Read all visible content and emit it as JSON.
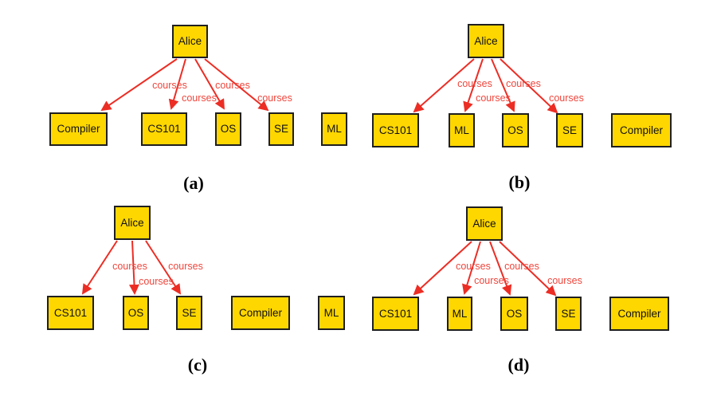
{
  "figure": {
    "colors": {
      "node_fill": "#FFD700",
      "node_border": "#1F1F1F",
      "node_text": "#111111",
      "edge": "#EC2D24",
      "edge_label": "#EF463C",
      "caption": "#000000"
    },
    "diagrams": [
      {
        "caption": "(a)",
        "root": {
          "label": "Alice"
        },
        "nodes": [
          {
            "label": "Compiler"
          },
          {
            "label": "CS101"
          },
          {
            "label": "OS"
          },
          {
            "label": "SE"
          },
          {
            "label": "ML"
          }
        ],
        "edges": [
          {
            "from": "Alice",
            "to": "Compiler",
            "label": "courses"
          },
          {
            "from": "Alice",
            "to": "CS101",
            "label": "courses"
          },
          {
            "from": "Alice",
            "to": "OS",
            "label": "courses"
          },
          {
            "from": "Alice",
            "to": "SE",
            "label": "courses"
          }
        ]
      },
      {
        "caption": "(b)",
        "root": {
          "label": "Alice"
        },
        "nodes": [
          {
            "label": "CS101"
          },
          {
            "label": "ML"
          },
          {
            "label": "OS"
          },
          {
            "label": "SE"
          },
          {
            "label": "Compiler"
          }
        ],
        "edges": [
          {
            "from": "Alice",
            "to": "CS101",
            "label": "courses"
          },
          {
            "from": "Alice",
            "to": "ML",
            "label": "courses"
          },
          {
            "from": "Alice",
            "to": "OS",
            "label": "courses"
          },
          {
            "from": "Alice",
            "to": "SE",
            "label": "courses"
          }
        ]
      },
      {
        "caption": "(c)",
        "root": {
          "label": "Alice"
        },
        "nodes": [
          {
            "label": "CS101"
          },
          {
            "label": "OS"
          },
          {
            "label": "SE"
          },
          {
            "label": "Compiler"
          },
          {
            "label": "ML"
          }
        ],
        "edges": [
          {
            "from": "Alice",
            "to": "CS101",
            "label": "courses"
          },
          {
            "from": "Alice",
            "to": "OS",
            "label": "courses"
          },
          {
            "from": "Alice",
            "to": "SE",
            "label": "courses"
          }
        ]
      },
      {
        "caption": "(d)",
        "root": {
          "label": "Alice"
        },
        "nodes": [
          {
            "label": "CS101"
          },
          {
            "label": "ML"
          },
          {
            "label": "OS"
          },
          {
            "label": "SE"
          },
          {
            "label": "Compiler"
          }
        ],
        "edges": [
          {
            "from": "Alice",
            "to": "CS101",
            "label": "courses"
          },
          {
            "from": "Alice",
            "to": "ML",
            "label": "courses"
          },
          {
            "from": "Alice",
            "to": "OS",
            "label": "courses"
          },
          {
            "from": "Alice",
            "to": "SE",
            "label": "courses"
          }
        ]
      }
    ]
  }
}
